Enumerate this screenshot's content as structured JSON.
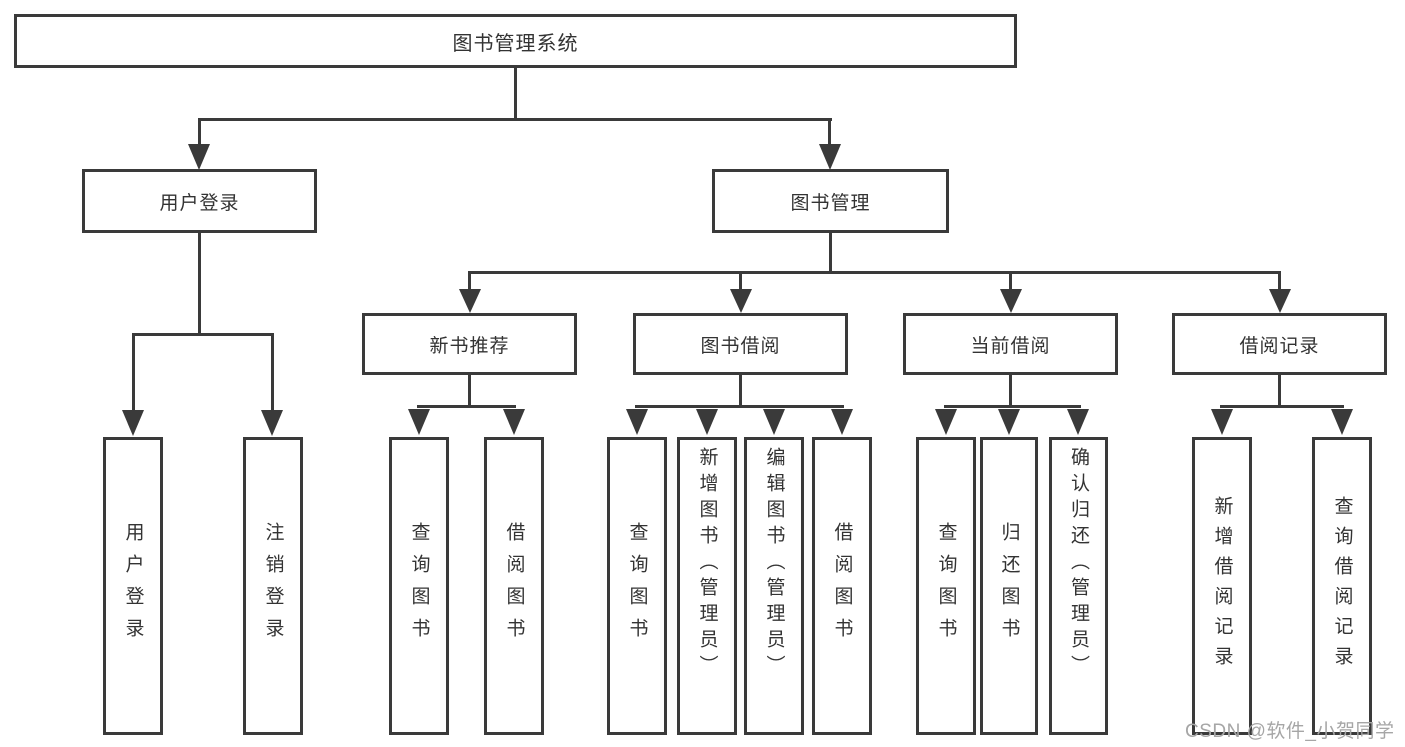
{
  "diagram": {
    "type": "tree-diagram",
    "root": {
      "label": "图书管理系统"
    },
    "branches": [
      {
        "label": "用户登录",
        "children": [
          {
            "label": "用户登录"
          },
          {
            "label": "注销登录"
          }
        ]
      },
      {
        "label": "图书管理",
        "children": [
          {
            "label": "新书推荐",
            "children": [
              {
                "label": "查询图书"
              },
              {
                "label": "借阅图书"
              }
            ]
          },
          {
            "label": "图书借阅",
            "children": [
              {
                "label": "查询图书"
              },
              {
                "label": "新增图书（管理员）"
              },
              {
                "label": "编辑图书（管理员）"
              },
              {
                "label": "借阅图书"
              }
            ]
          },
          {
            "label": "当前借阅",
            "children": [
              {
                "label": "查询图书"
              },
              {
                "label": "归还图书"
              },
              {
                "label": "确认归还（管理员）"
              }
            ]
          },
          {
            "label": "借阅记录",
            "children": [
              {
                "label": "新增借阅记录"
              },
              {
                "label": "查询借阅记录"
              }
            ]
          }
        ]
      }
    ],
    "watermark": "CSDN @软件_小贺同学"
  },
  "colors": {
    "line": "#3a3a3a",
    "text": "#333333",
    "watermark": "#a6a6a6",
    "background": "#ffffff"
  }
}
